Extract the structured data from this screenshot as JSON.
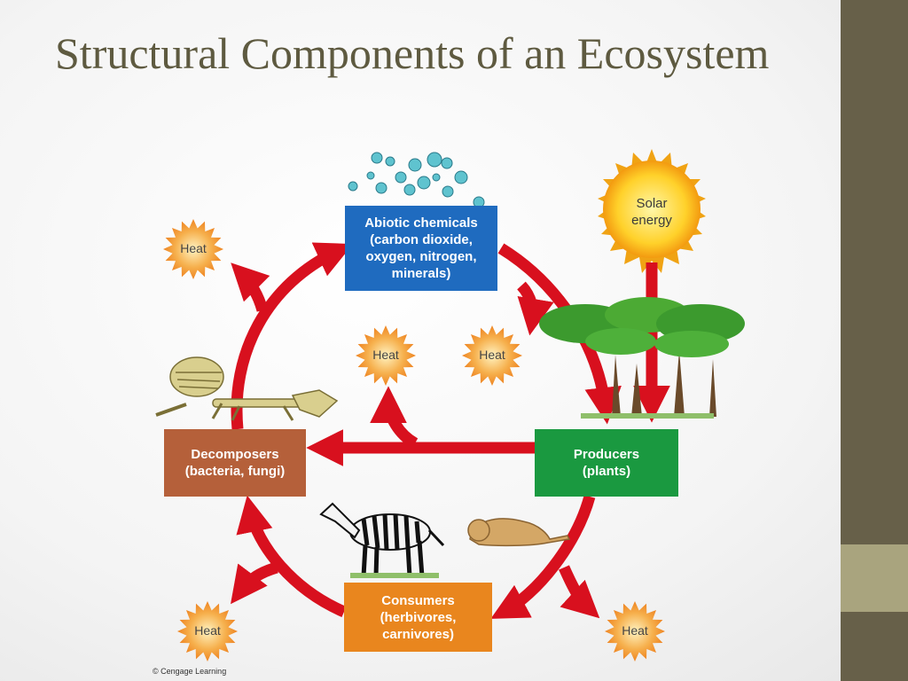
{
  "slide": {
    "title": "Structural Components of an Ecosystem",
    "credit": "© Cengage Learning"
  },
  "nodes": {
    "abiotic": "Abiotic chemicals\n(carbon dioxide,\noxygen, nitrogen,\nminerals)",
    "producers": "Producers\n(plants)",
    "decomposers": "Decomposers\n(bacteria, fungi)",
    "consumers": "Consumers\n(herbivores,\ncarnivores)"
  },
  "sun": {
    "label": "Solar\nenergy"
  },
  "heat": {
    "label": "Heat"
  },
  "colors": {
    "abiotic": "#1f6bbf",
    "producers": "#1a9940",
    "decomposers": "#b5603a",
    "consumers": "#e9861e",
    "arrows": "#d8101e",
    "sidebar": "#676049",
    "sidebar_accent": "#a9a47e"
  }
}
